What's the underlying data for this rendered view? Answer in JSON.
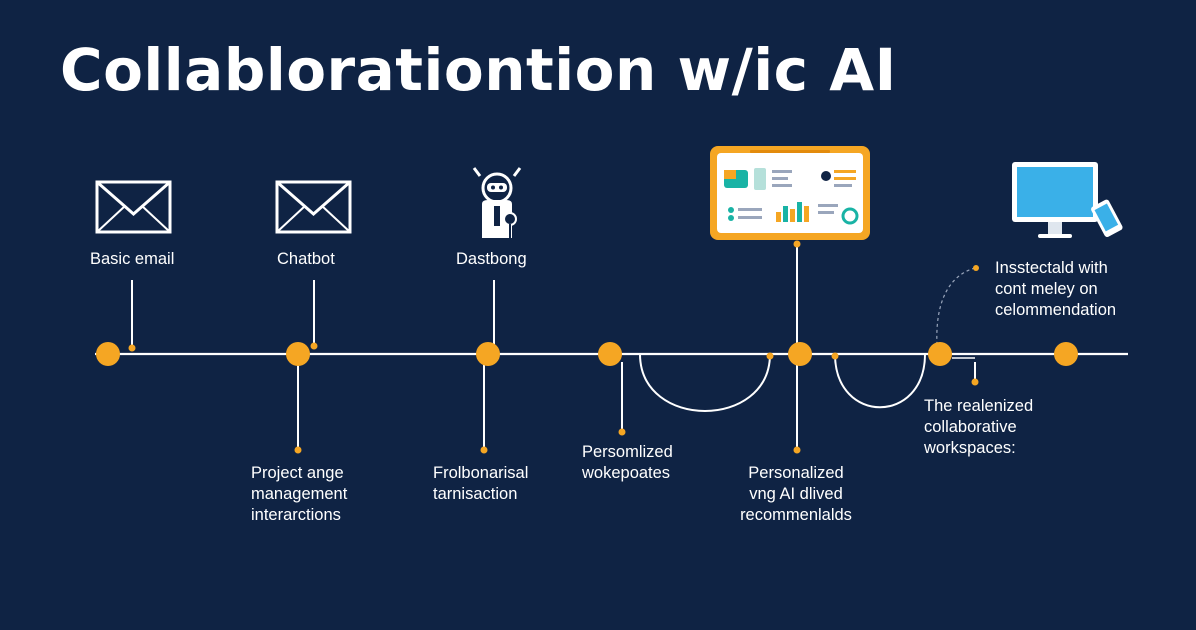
{
  "title": "Collablorationtion w/ic AI",
  "colors": {
    "background": "#0f2344",
    "accent": "#f5a623",
    "line": "#ffffff",
    "screen": "#3ab0e8"
  },
  "icons": [
    "envelope-icon",
    "envelope-icon",
    "robot-icon",
    "dashboard-icon",
    "monitor-icon"
  ],
  "top_labels": [
    {
      "text": "Basic email"
    },
    {
      "text": "Chatbot"
    },
    {
      "text": "Dastbong"
    },
    {
      "lines": [
        "Insstectald with",
        "cont meley on",
        "celommendation"
      ]
    }
  ],
  "bottom_labels": [
    {
      "lines": [
        "Project ange",
        "management",
        "interarctions"
      ]
    },
    {
      "lines": [
        "Frolbonarisal",
        "tarnisaction"
      ]
    },
    {
      "lines": [
        "Persomlized",
        "wokepoates"
      ]
    },
    {
      "lines": [
        "Personalized",
        "vng AI dlived",
        "recommenlalds"
      ]
    },
    {
      "lines": [
        "The realenized",
        "collaborative",
        "workspaces:"
      ]
    }
  ]
}
